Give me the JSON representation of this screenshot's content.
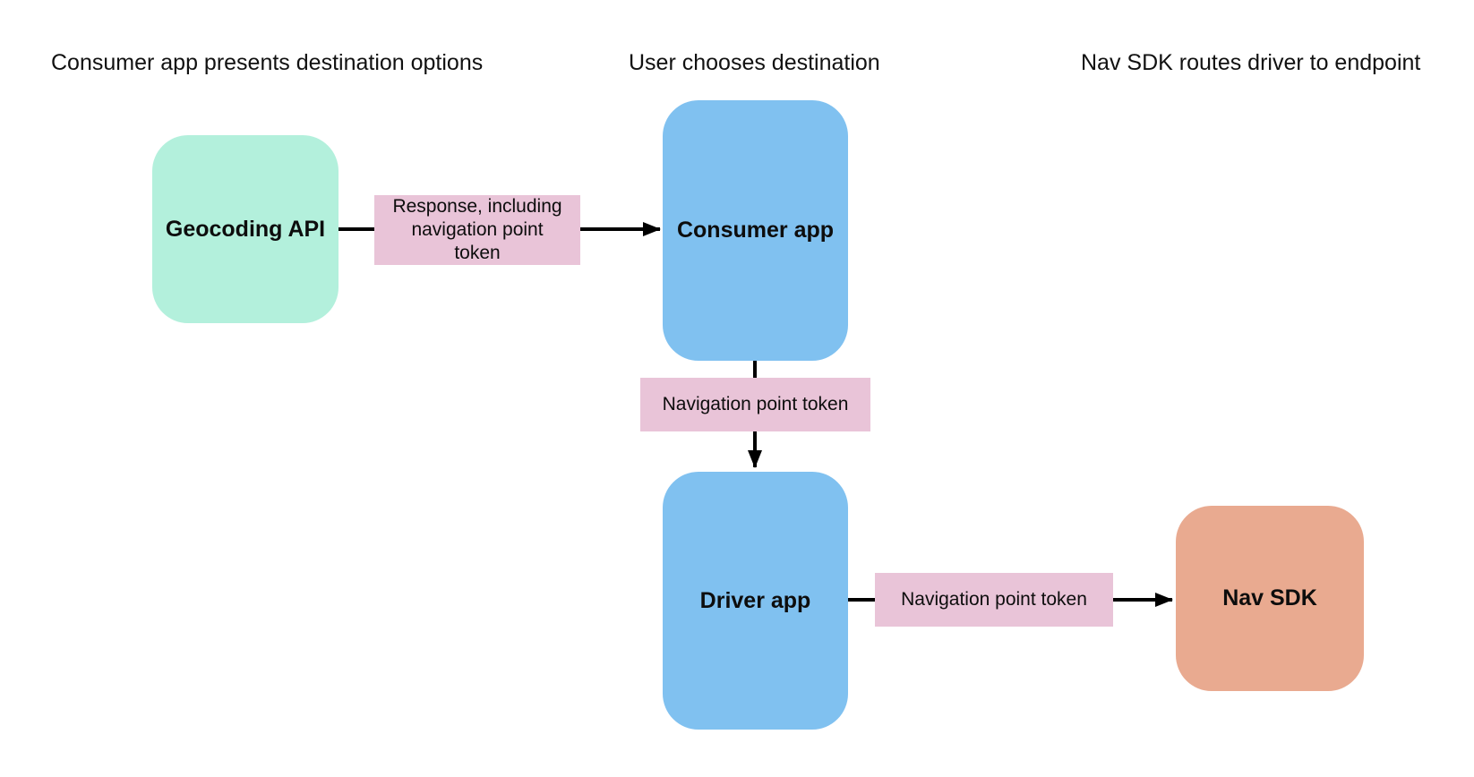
{
  "canvas": {
    "background": "#ffffff"
  },
  "headers": [
    {
      "text": "Consumer app presents destination options"
    },
    {
      "text": "User chooses destination"
    },
    {
      "text": "Nav SDK routes driver to endpoint"
    }
  ],
  "nodes": [
    {
      "id": "geocoding-api",
      "label": "Geocoding API",
      "color": "#b3f0dc"
    },
    {
      "id": "consumer-app",
      "label": "Consumer app",
      "color": "#80c1f0"
    },
    {
      "id": "driver-app",
      "label": "Driver app",
      "color": "#80c1f0"
    },
    {
      "id": "nav-sdk",
      "label": "Nav SDK",
      "color": "#e9aa90"
    }
  ],
  "edge_labels": [
    {
      "text": "Response, including\nnavigation point\ntoken",
      "color": "#e9c4d8"
    },
    {
      "text": "Navigation point token",
      "color": "#e9c4d8"
    },
    {
      "text": "Navigation point token",
      "color": "#e9c4d8"
    }
  ],
  "edges": [
    {
      "from": "geocoding-api",
      "to": "consumer-app",
      "label": "Response, including navigation point token"
    },
    {
      "from": "consumer-app",
      "to": "driver-app",
      "label": "Navigation point token"
    },
    {
      "from": "driver-app",
      "to": "nav-sdk",
      "label": "Navigation point token"
    }
  ],
  "colors": {
    "arrow": "#000000",
    "text": "#111111"
  }
}
